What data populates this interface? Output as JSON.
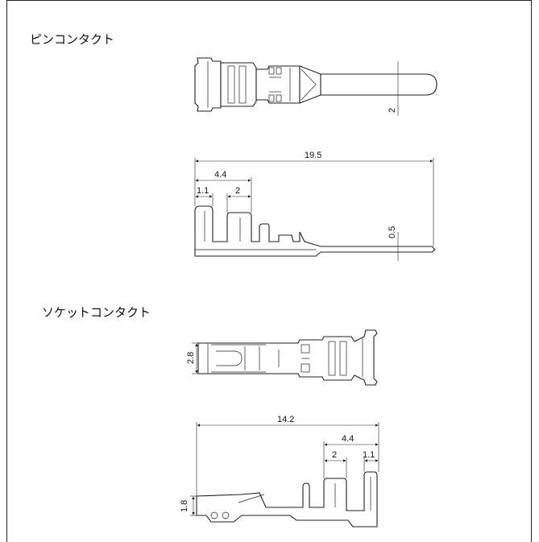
{
  "sections": {
    "pin": {
      "title": "ピンコンタクト",
      "dims": {
        "top_height": "2",
        "length": "19.5",
        "crimp_total": "4.4",
        "front": "1.1",
        "barrel": "2",
        "thickness": "0.5"
      }
    },
    "socket": {
      "title": "ソケットコンタクト",
      "dims": {
        "top_height": "2.8",
        "length": "14.2",
        "crimp_total": "4.4",
        "barrel": "2",
        "front": "1.1",
        "side_height": "1.8"
      }
    }
  }
}
